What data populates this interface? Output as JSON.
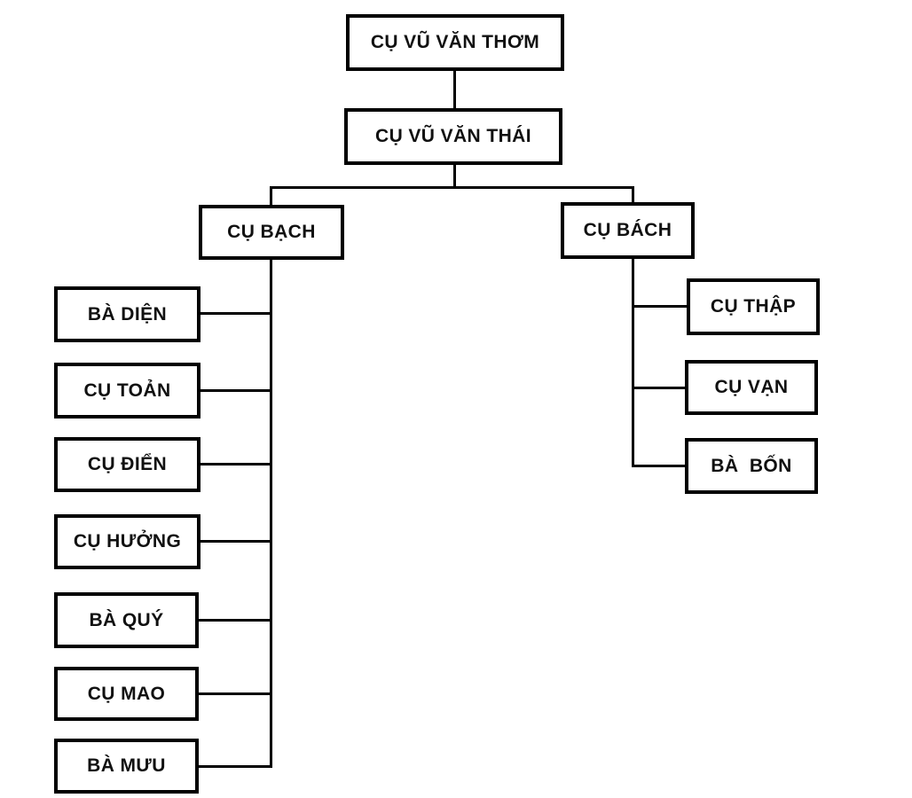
{
  "diagram": {
    "type": "family-tree",
    "root": {
      "label": "CỤ VŨ VĂN THƠM"
    },
    "generation2": {
      "label": "CỤ VŨ VĂN THÁI"
    },
    "branches": {
      "left": {
        "label": "CỤ BẠCH",
        "children": [
          {
            "label": "BÀ DIỆN"
          },
          {
            "label": "CỤ TOẢN"
          },
          {
            "label": "CỤ ĐIỂN"
          },
          {
            "label": "CỤ HƯỞNG"
          },
          {
            "label": "BÀ QUÝ"
          },
          {
            "label": "CỤ MAO"
          },
          {
            "label": "BÀ MƯU"
          }
        ]
      },
      "right": {
        "label": "CỤ BÁCH",
        "children": [
          {
            "label": "CỤ THẬP"
          },
          {
            "label": "CỤ VẠN"
          },
          {
            "label": "BÀ  BỐN"
          }
        ]
      }
    },
    "colors": {
      "background": "#ffffff",
      "box_border": "#000000",
      "line": "#000000",
      "text": "#111111"
    }
  }
}
